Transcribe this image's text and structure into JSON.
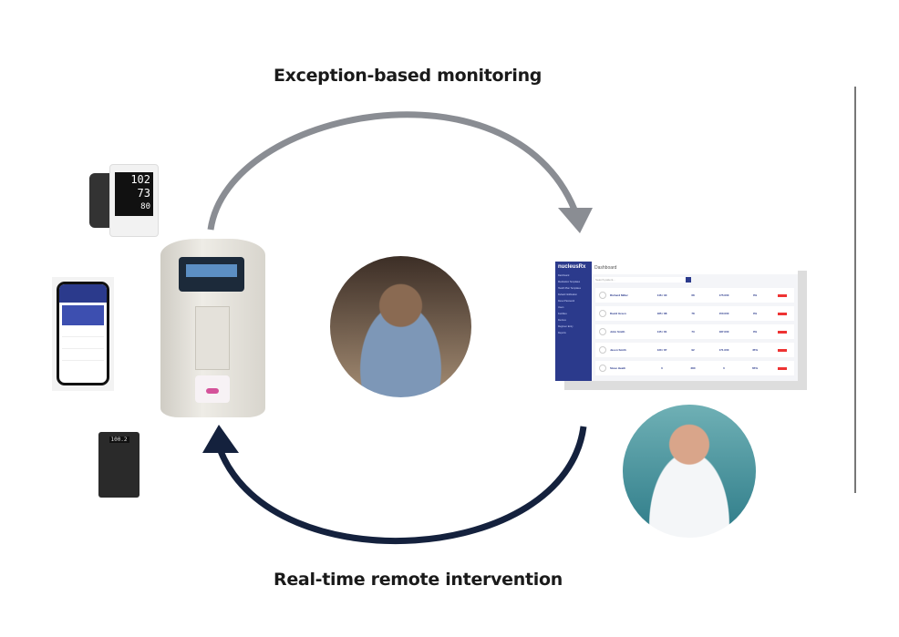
{
  "labels": {
    "top": "Exception-based monitoring",
    "bottom": "Real-time remote intervention"
  },
  "colors": {
    "top_arrow": "#8a8d93",
    "bottom_arrow": "#14213d"
  },
  "dashboard": {
    "brand": "nucleusRx",
    "title": "Dashboard",
    "search_placeholder": "Search patient...",
    "sidebar": [
      "Dashboard",
      "Medication Templates",
      "Health Plan Templates",
      "Default Notification",
      "Reset Password",
      "Users",
      "Facilities",
      "Devices",
      "Regimen Entry",
      "Reports"
    ],
    "patients": [
      {
        "name": "Richard Miller",
        "bp": "146 / 90",
        "hr": "68",
        "weight": "175.000",
        "adherence": "0%"
      },
      {
        "name": "David Green",
        "bp": "185 / 88",
        "hr": "78",
        "weight": "150.000",
        "adherence": "0%"
      },
      {
        "name": "John Smith",
        "bp": "145 / 81",
        "hr": "73",
        "weight": "187.000",
        "adherence": "0%"
      },
      {
        "name": "Jason Smith",
        "bp": "130 / 87",
        "hr": "92",
        "weight": "171.000",
        "adherence": "45%"
      },
      {
        "name": "Steve Heath",
        "bp": "0",
        "hr": "280",
        "weight": "0",
        "adherence": "65%"
      }
    ]
  },
  "bp_monitor": {
    "sys": "102",
    "dia": "73",
    "pulse": "80"
  },
  "scale": {
    "reading": "100.2"
  }
}
